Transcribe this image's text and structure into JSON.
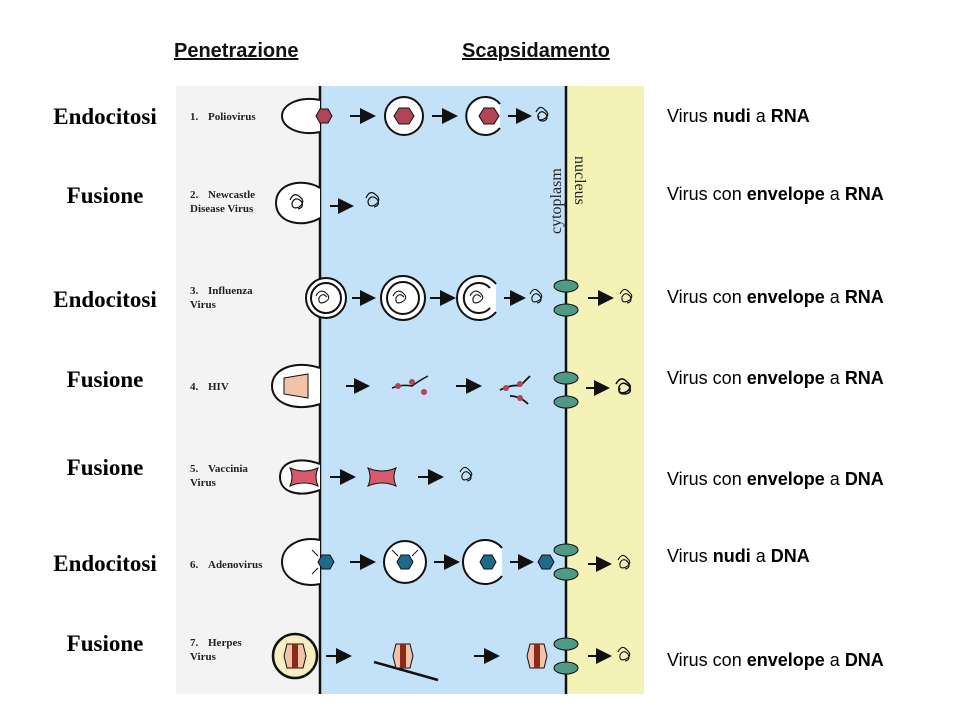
{
  "headers": {
    "penetration": "Penetrazione",
    "uncoating": "Scapsidamento"
  },
  "side_labels": {
    "cytoplasm": "cytoplasm",
    "nucleus": "nucleus"
  },
  "colors": {
    "outside": "#f3f3f3",
    "cytoplasm": "#c3e2f8",
    "nucleus": "#f5f2b8",
    "membrane_pore": "#4f9a84",
    "virus_red": "#b34456",
    "capsid_blue": "#1d6a8a"
  },
  "rows": [
    {
      "num": "1.",
      "virus": "Poliovirus",
      "mechanism": "Endocitosi",
      "type": {
        "pre": "Virus",
        "kind": "nudi",
        "mid": "a",
        "genome": "RNA"
      }
    },
    {
      "num": "2.",
      "virus": "Newcastle Disease Virus",
      "mechanism": "Fusione",
      "type": {
        "pre": "Virus con",
        "kind": "envelope",
        "mid": "a",
        "genome": "RNA"
      }
    },
    {
      "num": "3.",
      "virus": "Influenza Virus",
      "mechanism": "Endocitosi",
      "type": {
        "pre": "Virus con",
        "kind": "envelope",
        "mid": "a",
        "genome": "RNA"
      }
    },
    {
      "num": "4.",
      "virus": "HIV",
      "mechanism": "Fusione",
      "type": {
        "pre": "Virus con",
        "kind": "envelope",
        "mid": "a",
        "genome": "RNA"
      }
    },
    {
      "num": "5.",
      "virus": "Vaccinia Virus",
      "mechanism": "Fusione",
      "type": {
        "pre": "Virus con",
        "kind": "envelope",
        "mid": "a",
        "genome": "DNA"
      }
    },
    {
      "num": "6.",
      "virus": "Adenovirus",
      "mechanism": "Endocitosi",
      "type": {
        "pre": "Virus",
        "kind": "nudi",
        "mid": "a",
        "genome": "DNA"
      }
    },
    {
      "num": "7.",
      "virus": "Herpes Virus",
      "mechanism": "Fusione",
      "type": {
        "pre": "Virus con",
        "kind": "envelope",
        "mid": "a",
        "genome": "DNA"
      }
    }
  ]
}
